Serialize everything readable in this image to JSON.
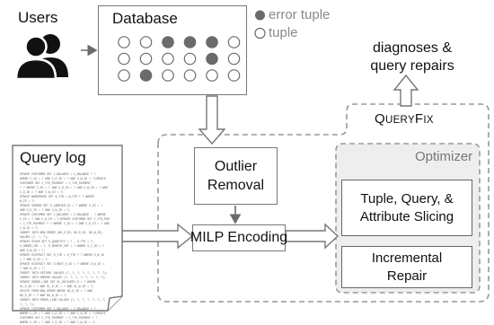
{
  "users_label": "Users",
  "database_title": "Database",
  "legend": {
    "error_tuple": "error tuple",
    "tuple": "tuple"
  },
  "output_label": "diagnoses &\nquery repairs",
  "queryfix_label": {
    "first_letter": "Q",
    "rest": "UERY",
    "f_letter": "F",
    "f_rest": "IX"
  },
  "query_log_title": "Query log",
  "outlier_removal": "Outlier\nRemoval",
  "milp_encoding": "MILP Encoding",
  "optimizer_label": "Optimizer",
  "slicing_label": "Tuple, Query, &\nAttribute Slicing",
  "incremental_repair_label": "Incremental\nRepair",
  "tuple_grid": [
    [
      "tuple",
      "tuple",
      "error",
      "error",
      "error",
      "tuple"
    ],
    [
      "tuple",
      "tuple",
      "tuple",
      "tuple",
      "error",
      "tuple"
    ],
    [
      "tuple",
      "error",
      "tuple",
      "tuple",
      "tuple",
      "tuple"
    ]
  ],
  "colors": {
    "error_fill": "#6b6b6b",
    "stroke": "#6b6b6b",
    "dashed": "#999999",
    "optimizer_bg": "#eeeeee"
  },
  "query_log_lines": [
    "UPDATE CUSTOMER SET C_BALANCE = C_BALANCE + ?",
    "WHERE C_ID = ? AND C_D_ID = ? AND C_W_ID = ?;UPDATE",
    "CUSTOMER SET C_YTD_PAYMENT = C_YTD_PAYMENT",
    "+ ? WHERE C_ID = ? AND C_D_ID = ? AND C_W_ID = ?;AND",
    "C_D_ID = ? AND C_W_ID = ?;",
    "UPDATE WAREHOUSE SET W_YTD = W_YTD + ? WHERE",
    "W_ID = ?;",
    "UPDATE ORDERS SET O_CARRIER_ID = ? WHERE O_ID = ?",
    "AND O_D_ID = ? AND O_W_ID = ?;",
    "UPDATE CUSTOMER SET C_BALANCE = C_BALANCE - ? WHERE",
    "C_ID = ? AND C_D_ID = ?;UPDATE CUSTOMER SET C_YTD_PAYMENT",
    "= C_YTD_PAYMENT + ? WHERE C_ID = ? AND C_D_ID = ? AND",
    "C_W_ID = ?;",
    "INSERT INTO NEW_ORDER (NO_O_ID, NO_D_ID, NO_W_ID)",
    "VALUES (?, ?, ?);",
    "UPDATE STOCK SET S_QUANTITY = ? , S_YTD = ?,",
    "S_ORDER_CNT = ?, S_REMOTE_CNT = ? WHERE S_I_ID = ?",
    "AND S_W_ID = ?;",
    "UPDATE DISTRICT SET D_YTD = D_YTD + ? WHERE D_W_ID",
    "= ? AND D_ID = ?;",
    "UPDATE DISTRICT SET D_NEXT_O_ID = ? WHERE D_W_ID =",
    "? AND D_ID = ?;",
    "INSERT INTO HISTORY VALUES (?, ?, ?, ?, ?, ?, ?, ?);",
    "INSERT INTO ORDERS VALUES (?, ?, ?, ?, ?, ?, ?, ?);",
    "UPDATE ORDER_LINE SET OL_DELIVERY_D = ? WHERE",
    "OL_O_ID = ? AND OL_D_ID = ? AND OL_W_ID = ?;",
    "DELETE FROM NEW_ORDER WHERE NO_O_ID = ? AND",
    "NO_D_ID = ? AND NO_W_ID = ?;",
    "INSERT INTO ORDER_LINE VALUES (?, ?, ?, ?, ?, ?, ?,",
    "?, ?, ?);",
    "UPDATE CUSTOMER SET C_BALANCE = C_BALANCE + ?",
    "WHERE C_ID = ? AND C_D_ID = ? AND C_W_ID = ?;UPDATE",
    "CUSTOMER SET C_YTD_PAYMENT = C_YTD_PAYMENT + ?",
    "WHERE C_ID = ? AND C_D_ID = ? AND C_W_ID = ?;"
  ]
}
